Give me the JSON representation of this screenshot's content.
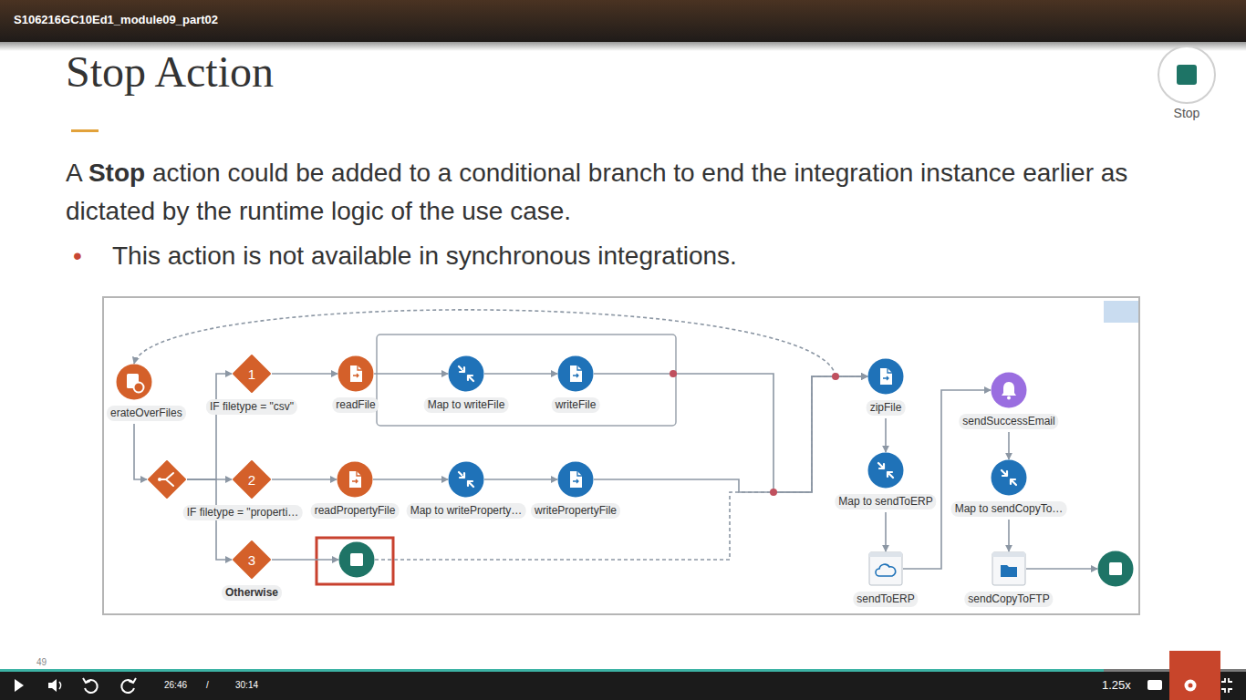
{
  "diagram": {
    "title": "Stop Action",
    "nodes": [
      {
        "text": [
          "erateOverFiles"
        ]
      },
      {
        "text": []
      },
      {
        "text": [
          "1",
          "IF filetype = \"csv\""
        ]
      },
      {
        "text": [
          "readFile"
        ]
      },
      {
        "text": [
          "Map to writeFile"
        ]
      },
      {
        "text": [
          "writeFile"
        ]
      },
      {
        "text": [
          "2",
          "IF filetype = \"properti…"
        ]
      },
      {
        "text": [
          "readPropertyFile"
        ]
      },
      {
        "text": [
          "Map to writeProperty…"
        ]
      },
      {
        "text": [
          "writePropertyFile"
        ]
      },
      {
        "text": [
          "3",
          "Otherwise"
        ]
      },
      {
        "text": []
      },
      {
        "text": [
          "zipFile"
        ]
      },
      {
        "text": [
          "Map to sendToERP"
        ]
      },
      {
        "text": [
          "sendToERP"
        ]
      },
      {
        "text": [
          "sendSuccessEmail"
        ]
      },
      {
        "text": [
          "Map to sendCopyTo…"
        ]
      },
      {
        "text": [
          "sendCopyToFTP"
        ]
      },
      {
        "text": []
      }
    ],
    "edges": [
      {
        "from": 0,
        "to": 1,
        "arrow": "to"
      },
      {
        "from": 1,
        "to": 2,
        "arrow": "to"
      },
      {
        "from": 1,
        "to": 6,
        "arrow": "to"
      },
      {
        "from": 1,
        "to": 10,
        "arrow": "to"
      },
      {
        "from": 2,
        "to": 3,
        "arrow": "to"
      },
      {
        "from": 3,
        "to": 4,
        "arrow": "to"
      },
      {
        "from": 4,
        "to": 5,
        "arrow": "to"
      },
      {
        "from": 5,
        "to": 12,
        "arrow": "to"
      },
      {
        "from": 6,
        "to": 7,
        "arrow": "to"
      },
      {
        "from": 7,
        "to": 8,
        "arrow": "to"
      },
      {
        "from": 8,
        "to": 9,
        "arrow": "to"
      },
      {
        "from": 9,
        "to": 12,
        "arrow": "to"
      },
      {
        "from": 10,
        "to": 11,
        "arrow": "to"
      },
      {
        "from": 11,
        "to": 12,
        "arrow": "to"
      },
      {
        "from": 12,
        "to": 0,
        "arrow": "to"
      },
      {
        "from": 12,
        "to": 13,
        "arrow": "to"
      },
      {
        "from": 13,
        "to": 14,
        "arrow": "to"
      },
      {
        "from": 14,
        "to": 15,
        "arrow": "to"
      },
      {
        "from": 15,
        "to": 16,
        "arrow": "to"
      },
      {
        "from": 16,
        "to": 17,
        "arrow": "to"
      },
      {
        "from": 17,
        "to": 18,
        "arrow": "to"
      }
    ],
    "labels": [
      "S106216GC10Ed1_module09_part02",
      "A",
      "Stop",
      "action could be added to a conditional branch to end the integration instance earlier as dictated by the runtime logic of the use case.",
      "•",
      "This action is not available in synchronous integrations.",
      "Stop",
      "49",
      "26:46",
      "/",
      "30:14",
      "1.25x"
    ]
  }
}
